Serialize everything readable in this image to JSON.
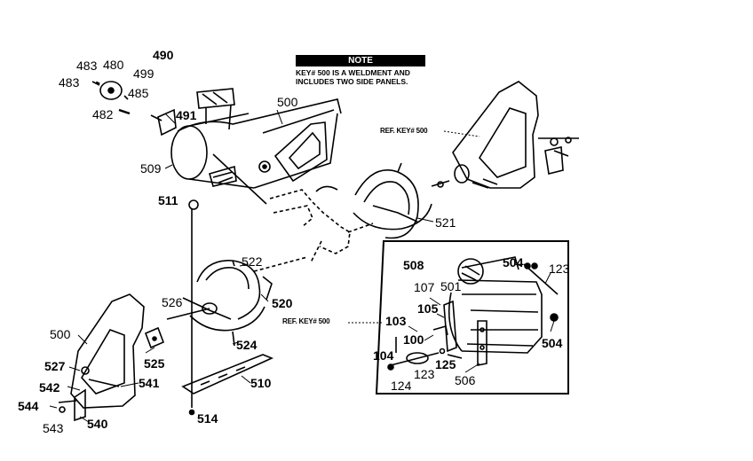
{
  "note": {
    "heading": "NOTE",
    "line1": "KEY# 500 IS A WELDMENT AND",
    "line2": "INCLUDES TWO SIDE PANELS."
  },
  "refs": {
    "upper_right": "REF. KEY# 500",
    "inset": "REF. KEY# 500"
  },
  "labels": {
    "l483a": "483",
    "l480": "480",
    "l483b": "483",
    "l485": "485",
    "l482": "482",
    "l499": "499",
    "l490": "490",
    "l491": "491",
    "l509": "509",
    "l511": "511",
    "l500top": "500",
    "l521": "521",
    "l522": "522",
    "l520": "520",
    "l526": "526",
    "l524": "524",
    "l500left": "500",
    "l525": "525",
    "l527": "527",
    "l541": "541",
    "l542": "542",
    "l544": "544",
    "l543": "543",
    "l540": "540",
    "l510": "510",
    "l514": "514",
    "l508": "508",
    "l504a": "504",
    "l123a": "123",
    "l107": "107",
    "l501": "501",
    "l105": "105",
    "l103": "103",
    "l100": "100",
    "l104": "104",
    "l125": "125",
    "l123b": "123",
    "l124": "124",
    "l506": "506",
    "l504b": "504"
  }
}
